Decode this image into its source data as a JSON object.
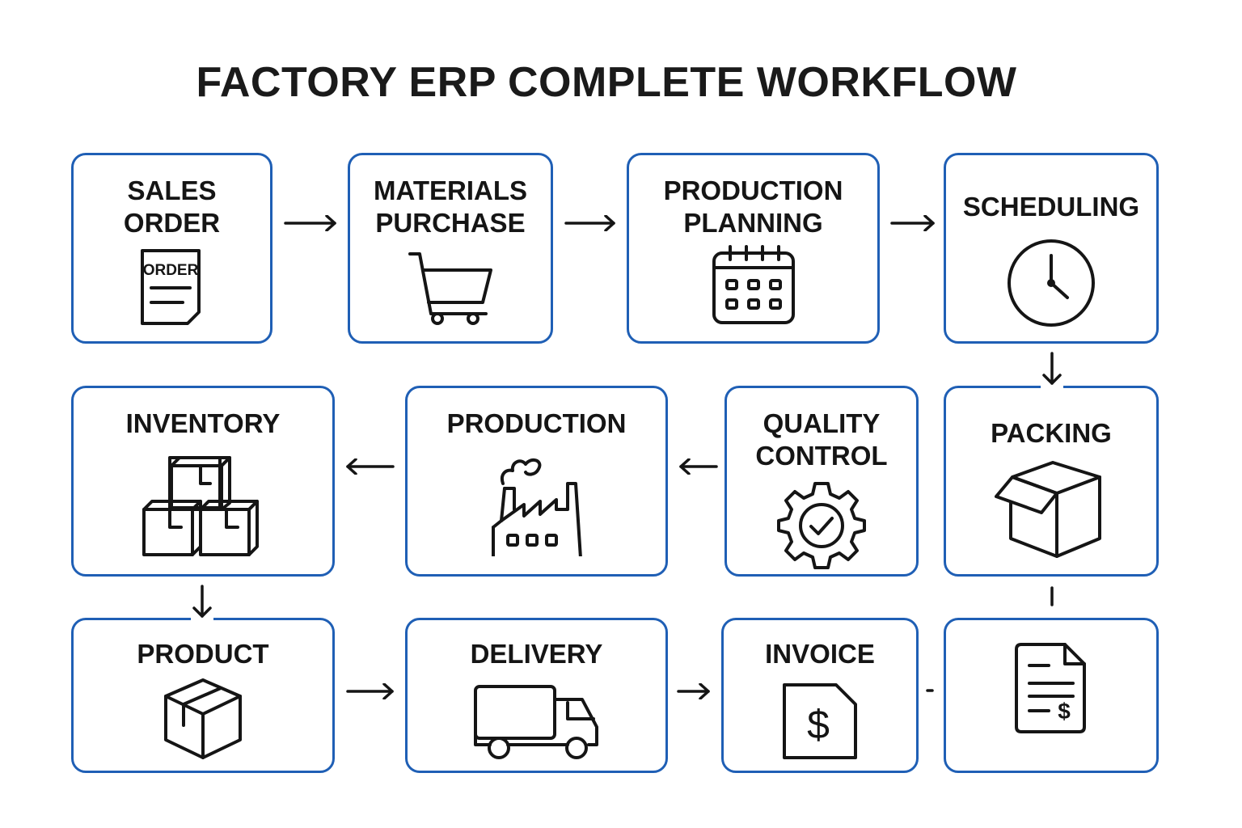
{
  "title": "FACTORY ERP COMPLETE WORKFLOW",
  "colors": {
    "box_border": "#1f5fb5",
    "text": "#151515",
    "background": "#ffffff"
  },
  "nodes": [
    {
      "id": "sales-order",
      "label": "SALES\nORDER",
      "icon": "order-document-icon",
      "icon_text": "ORDER"
    },
    {
      "id": "materials-purchase",
      "label": "MATERIALS\nPURCHASE",
      "icon": "shopping-cart-icon"
    },
    {
      "id": "production-planning",
      "label": "PRODUCTION\nPLANNING",
      "icon": "calendar-icon"
    },
    {
      "id": "scheduling",
      "label": "SCHEDULING",
      "icon": "clock-icon"
    },
    {
      "id": "packing",
      "label": "PACKING",
      "icon": "open-box-icon"
    },
    {
      "id": "quality-control",
      "label": "QUALITY\nCONTROL",
      "icon": "gear-check-icon"
    },
    {
      "id": "production",
      "label": "PRODUCTION",
      "icon": "factory-icon"
    },
    {
      "id": "inventory",
      "label": "INVENTORY",
      "icon": "stacked-boxes-icon"
    },
    {
      "id": "product",
      "label": "PRODUCT",
      "icon": "package-icon"
    },
    {
      "id": "delivery",
      "label": "DELIVERY",
      "icon": "truck-icon"
    },
    {
      "id": "invoice",
      "label": "INVOICE",
      "icon": "invoice-dollar-icon",
      "icon_text": "$"
    },
    {
      "id": "payment-document",
      "label": "",
      "icon": "billing-document-icon",
      "icon_text": "$"
    }
  ],
  "edges": [
    {
      "from": "sales-order",
      "to": "materials-purchase",
      "direction": "right"
    },
    {
      "from": "materials-purchase",
      "to": "production-planning",
      "direction": "right"
    },
    {
      "from": "production-planning",
      "to": "scheduling",
      "direction": "right"
    },
    {
      "from": "scheduling",
      "to": "packing",
      "direction": "down"
    },
    {
      "from": "quality-control",
      "to": "production",
      "direction": "left"
    },
    {
      "from": "production",
      "to": "inventory",
      "direction": "left"
    },
    {
      "from": "inventory",
      "to": "product",
      "direction": "down"
    },
    {
      "from": "product",
      "to": "delivery",
      "direction": "right"
    },
    {
      "from": "delivery",
      "to": "invoice",
      "direction": "right"
    },
    {
      "from": "packing",
      "to": "payment-document",
      "direction": "connector"
    },
    {
      "from": "invoice",
      "to": "payment-document",
      "direction": "connector"
    }
  ]
}
